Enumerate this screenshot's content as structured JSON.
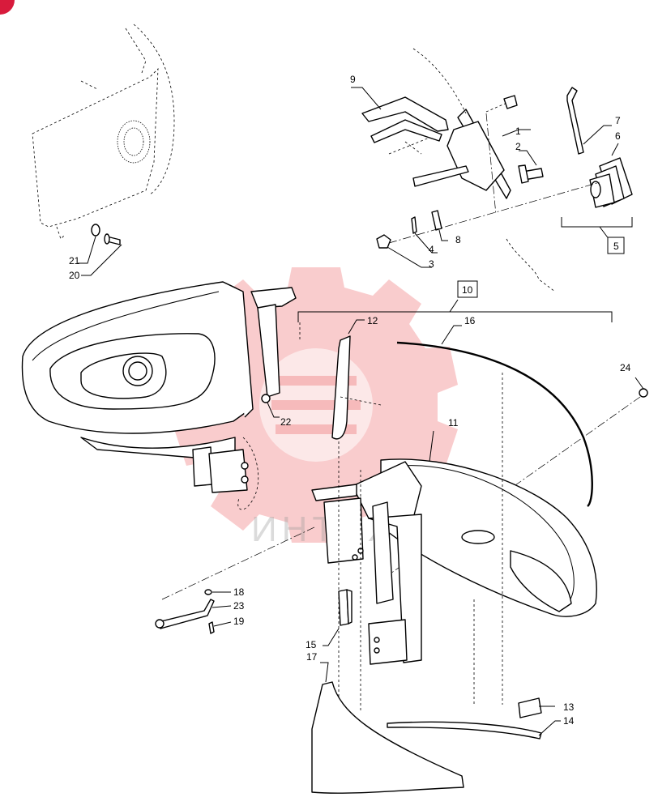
{
  "watermark": {
    "text": "ИНТЕХ",
    "color": "#e8474a"
  },
  "callouts": [
    {
      "id": "c1",
      "text": "1"
    },
    {
      "id": "c2",
      "text": "2"
    },
    {
      "id": "c3",
      "text": "3"
    },
    {
      "id": "c4",
      "text": "4"
    },
    {
      "id": "c5",
      "text": "5"
    },
    {
      "id": "c6",
      "text": "6"
    },
    {
      "id": "c7",
      "text": "7"
    },
    {
      "id": "c8",
      "text": "8"
    },
    {
      "id": "c9",
      "text": "9"
    },
    {
      "id": "c10",
      "text": "10"
    },
    {
      "id": "c11",
      "text": "11"
    },
    {
      "id": "c12",
      "text": "12"
    },
    {
      "id": "c13",
      "text": "13"
    },
    {
      "id": "c14",
      "text": "14"
    },
    {
      "id": "c15",
      "text": "15"
    },
    {
      "id": "c16",
      "text": "16"
    },
    {
      "id": "c17",
      "text": "17"
    },
    {
      "id": "c18",
      "text": "18"
    },
    {
      "id": "c19",
      "text": "19"
    },
    {
      "id": "c20",
      "text": "20"
    },
    {
      "id": "c21",
      "text": "21"
    },
    {
      "id": "c22",
      "text": "22"
    },
    {
      "id": "c23",
      "text": "23"
    },
    {
      "id": "c24",
      "text": "24"
    }
  ]
}
